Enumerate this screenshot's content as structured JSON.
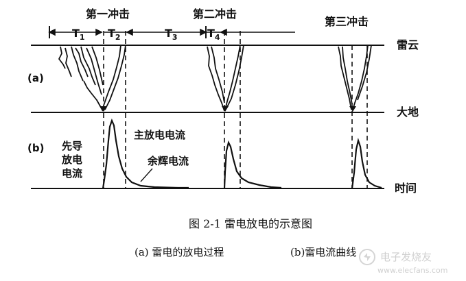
{
  "strokes": {
    "first": "第一冲击",
    "second": "第二冲击",
    "third": "第三冲击"
  },
  "intervals": {
    "t1": "T",
    "t1_sub": "1",
    "t2": "T",
    "t2_sub": "2",
    "t3": "T",
    "t3_sub": "3",
    "t4": "T",
    "t4_sub": "4"
  },
  "levels": {
    "cloud": "雷云",
    "ground": "大地",
    "time": "时间"
  },
  "panels": {
    "a": "(a)",
    "b": "(b)"
  },
  "curves": {
    "leader_1": "先导",
    "leader_2": "放电",
    "leader_3": "电流",
    "main": "主放电电流",
    "afterglow": "余辉电流"
  },
  "caption": {
    "title": "图 2-1 雷电放电的示意图",
    "a": "(a) 雷电的放电过程",
    "b": "(b)雷电流曲线"
  },
  "watermark": {
    "text": "电子发烧友",
    "url": "www.elecfans.com"
  },
  "colors": {
    "ink": "#111111"
  }
}
